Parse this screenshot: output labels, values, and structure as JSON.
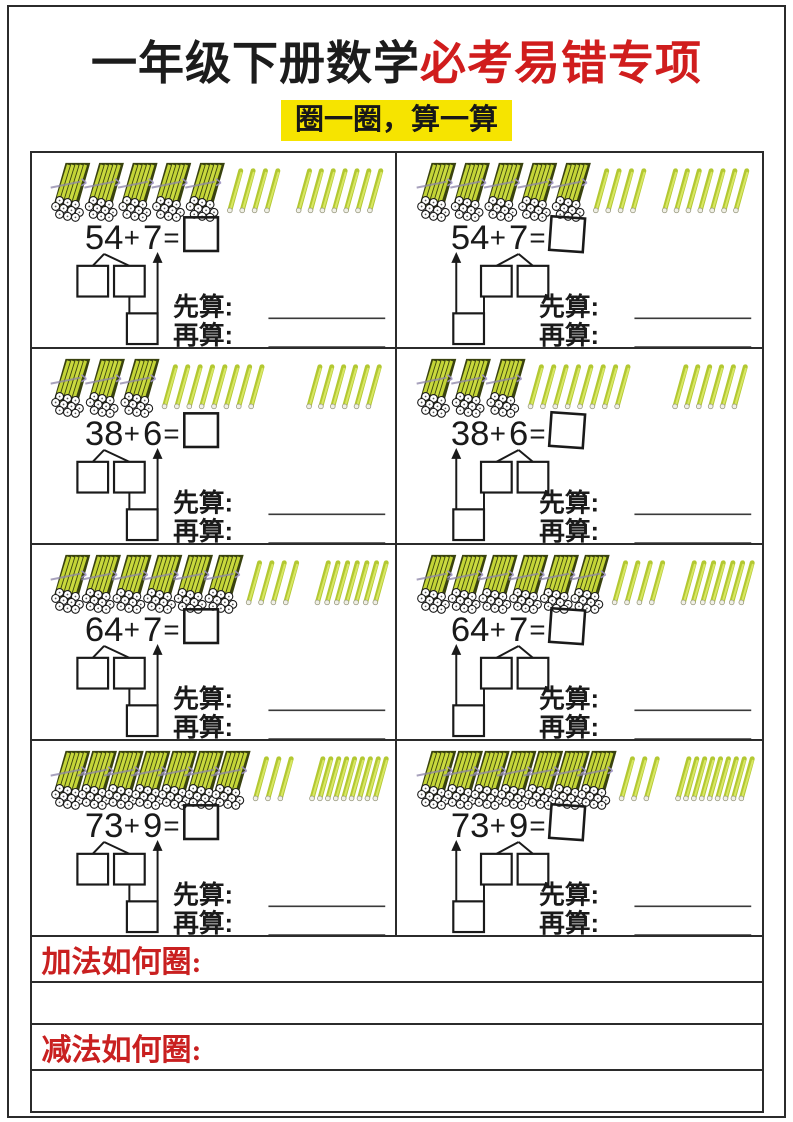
{
  "page": {
    "title_black": "一年级下册数学",
    "title_red": "必考易错专项",
    "subtitle": "圈一圈，算一算"
  },
  "labels": {
    "first_calc": "先算:",
    "then_calc": "再算:",
    "plus": "+",
    "equals": "="
  },
  "problems": [
    {
      "a": "54",
      "b": "7",
      "bundles": 5,
      "singles_a": 4,
      "singles_b": 7,
      "split": "first"
    },
    {
      "a": "54",
      "b": "7",
      "bundles": 5,
      "singles_a": 4,
      "singles_b": 7,
      "split": "second"
    },
    {
      "a": "38",
      "b": "6",
      "bundles": 3,
      "singles_a": 8,
      "singles_b": 6,
      "split": "first"
    },
    {
      "a": "38",
      "b": "6",
      "bundles": 3,
      "singles_a": 8,
      "singles_b": 6,
      "split": "second"
    },
    {
      "a": "64",
      "b": "7",
      "bundles": 6,
      "singles_a": 4,
      "singles_b": 7,
      "split": "first"
    },
    {
      "a": "64",
      "b": "7",
      "bundles": 6,
      "singles_a": 4,
      "singles_b": 7,
      "split": "second"
    },
    {
      "a": "73",
      "b": "9",
      "bundles": 7,
      "singles_a": 3,
      "singles_b": 9,
      "split": "first"
    },
    {
      "a": "73",
      "b": "9",
      "bundles": 7,
      "singles_a": 3,
      "singles_b": 9,
      "split": "second"
    }
  ],
  "bottom": {
    "addition_label": "加法如何圈:",
    "subtraction_label": "减法如何圈:"
  },
  "colors": {
    "title_red": "#d01d1d",
    "highlight_yellow": "#f6e400",
    "section_red": "#c92020",
    "stick_green": "#c3d436",
    "stick_stripe_dark": "#39420f"
  }
}
